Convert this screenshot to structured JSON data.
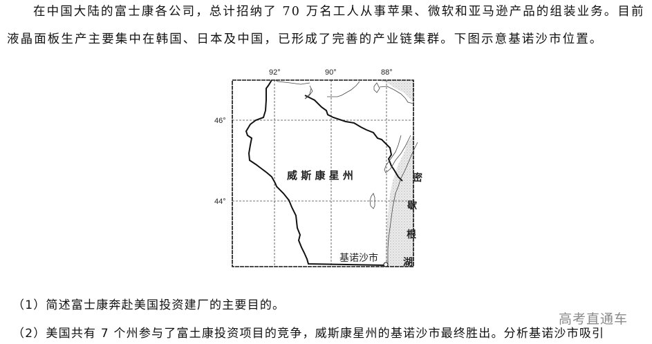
{
  "intro": {
    "line1": "在中国大陆的富士康各公司，总计招纳了 70 万名工人从事苹果、微软和亚马逊产品的组装业务。目前",
    "line2": "液晶面板生产主要集中在韩国、日本及中国，已形成了完善的产业链集群。下图示意基诺沙市位置。"
  },
  "map": {
    "longitude_labels": [
      "92°",
      "90°",
      "88°"
    ],
    "latitude_labels": [
      "46°",
      "44°"
    ],
    "state_label": "威 斯 康 星 州",
    "city_label": "基诺沙市",
    "lake_label_chars": [
      "密",
      "歇",
      "根",
      "湖"
    ],
    "colors": {
      "border": "#111111",
      "grid": "#333333",
      "lake_fill": "#e4e4e4"
    }
  },
  "questions": {
    "q1": "（1）简述富士康奔赴美国投资建厂的主要目的。",
    "q2": "（2）美国共有 7 个州参与了富土康投资项目的竞争，威斯康星州的基诺沙市最终胜出。分析基诺沙市吸引"
  },
  "watermark": "高考直通车"
}
